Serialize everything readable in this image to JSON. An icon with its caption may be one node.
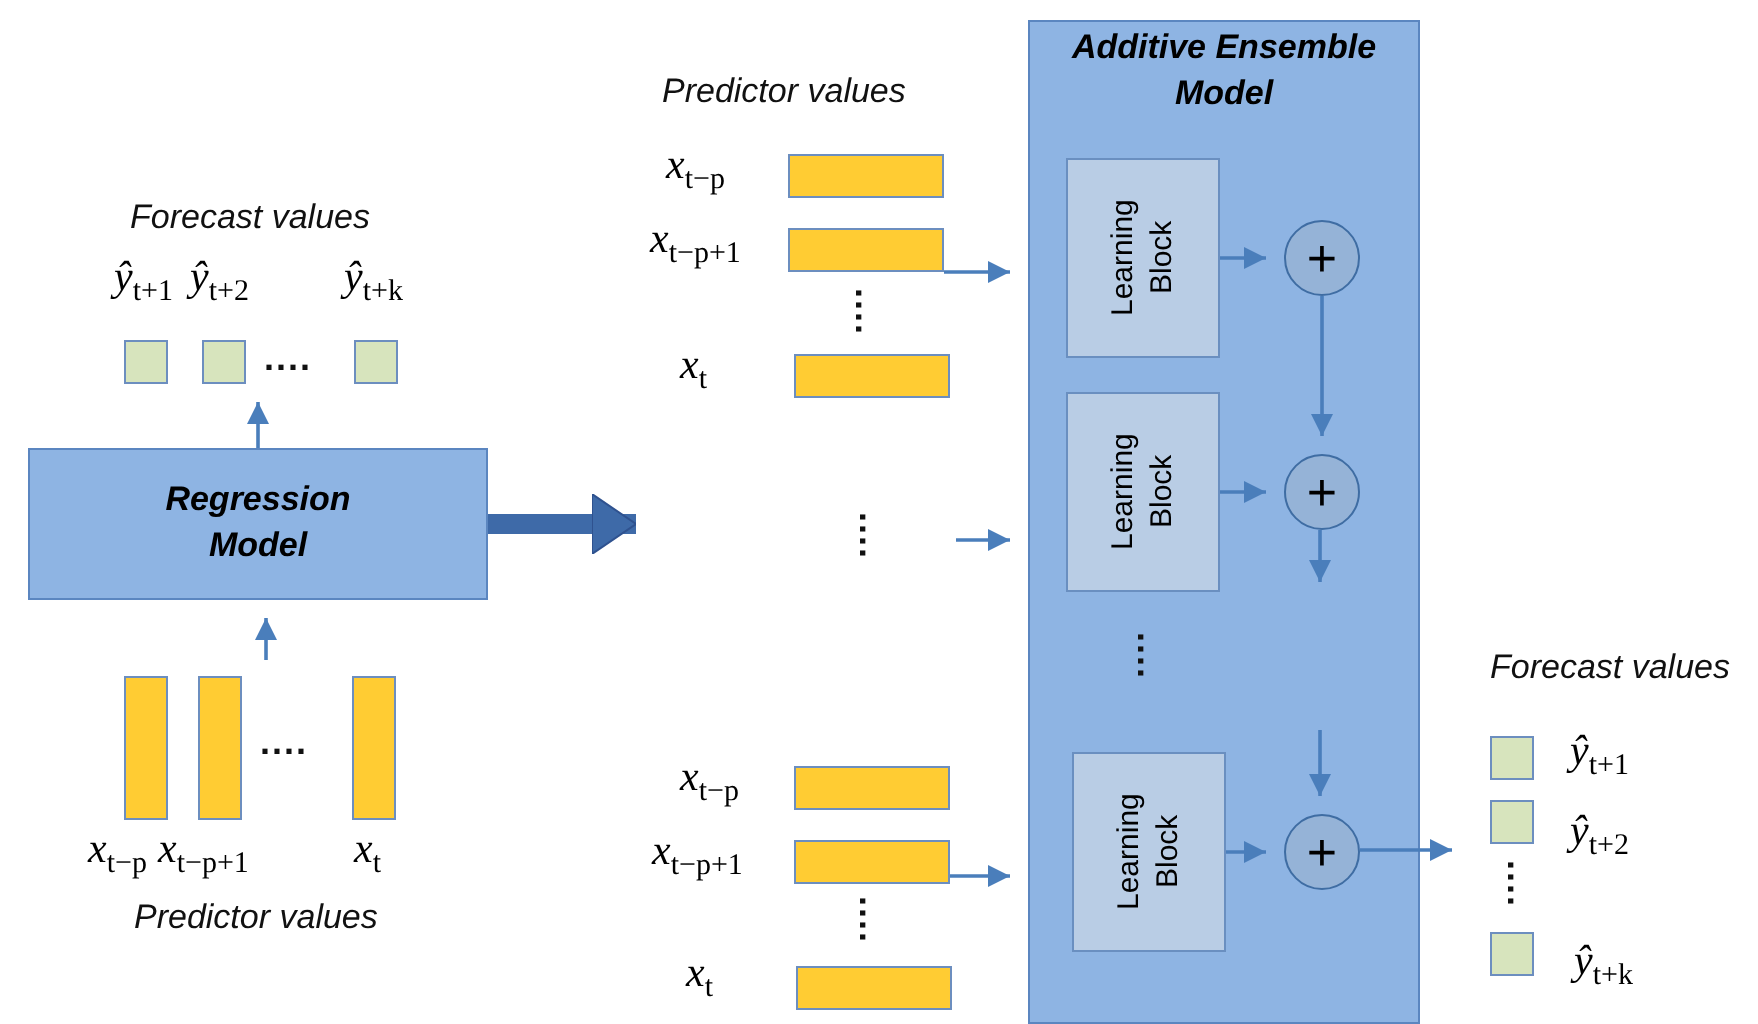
{
  "diagram": {
    "nodes": [
      {
        "text": [
          "Regression Model"
        ]
      },
      {
        "text": [],
        "shape": "box",
        "beside": [
          "ŷ$_{t+1}$"
        ]
      },
      {
        "text": [],
        "shape": "box",
        "beside": [
          "ŷ$_{t+2}$"
        ]
      },
      {
        "text": [],
        "shape": "box",
        "beside": [
          "ŷ$_{t+k}$"
        ]
      },
      {
        "text": [],
        "shape": "bar",
        "beside": [
          "x$_{t−p}$"
        ]
      },
      {
        "text": [],
        "shape": "bar",
        "beside": [
          "x$_{t−p+1}$"
        ]
      },
      {
        "text": [],
        "shape": "bar",
        "beside": [
          "x$_{t}$"
        ]
      },
      {
        "text": [
          "Additive Ensemble Model"
        ]
      },
      {
        "text": [
          "Learning Block"
        ],
        "in": 7
      },
      {
        "text": [
          "+"
        ],
        "in": 7
      },
      {
        "text": [
          "Learning Block"
        ],
        "in": 7
      },
      {
        "text": [
          "+"
        ],
        "in": 7
      },
      {
        "text": [
          "Learning Block"
        ],
        "in": 7
      },
      {
        "text": [
          "+"
        ],
        "in": 7
      },
      {
        "text": [],
        "shape": "bar",
        "beside": [
          "x$_{t−p}$"
        ]
      },
      {
        "text": [],
        "shape": "bar",
        "beside": [
          "x$_{t−p+1}$"
        ]
      },
      {
        "text": [],
        "shape": "bar",
        "beside": [
          "x$_{t}$"
        ]
      },
      {
        "text": [],
        "shape": "bar",
        "beside": [
          "x$_{t−p}$"
        ]
      },
      {
        "text": [],
        "shape": "bar",
        "beside": [
          "x$_{t−p+1}$"
        ]
      },
      {
        "text": [],
        "shape": "bar",
        "beside": [
          "x$_{t}$"
        ]
      },
      {
        "text": [],
        "shape": "box",
        "beside": [
          "ŷ$_{t+1}$"
        ]
      },
      {
        "text": [],
        "shape": "box",
        "beside": [
          "ŷ$_{t+2}$"
        ]
      },
      {
        "text": [],
        "shape": "box",
        "beside": [
          "ŷ$_{t+k}$"
        ]
      }
    ],
    "edges": [
      {
        "from": null,
        "to": 0,
        "arrow": "to"
      },
      {
        "from": 0,
        "to": 2,
        "arrow": "to"
      },
      {
        "from": 0,
        "to": null,
        "arrow": "to",
        "style": "thick"
      },
      {
        "from": 15,
        "to": 7,
        "arrow": "to"
      },
      {
        "from": null,
        "to": 7,
        "arrow": "to"
      },
      {
        "from": 18,
        "to": 7,
        "arrow": "to"
      },
      {
        "from": 8,
        "to": 9,
        "arrow": "to"
      },
      {
        "from": 10,
        "to": 11,
        "arrow": "to"
      },
      {
        "from": 12,
        "to": 13,
        "arrow": "to"
      },
      {
        "from": 9,
        "to": 11,
        "arrow": "to"
      },
      {
        "from": 11,
        "to": null,
        "arrow": "to"
      },
      {
        "from": null,
        "to": 13,
        "arrow": "to"
      },
      {
        "from": 13,
        "to": null,
        "arrow": "to"
      }
    ],
    "labels": [
      "Forecast values",
      "....",
      "....",
      "Predictor values",
      "Predictor values",
      "....",
      "....",
      "....",
      "....",
      "Forecast values",
      "...."
    ]
  }
}
